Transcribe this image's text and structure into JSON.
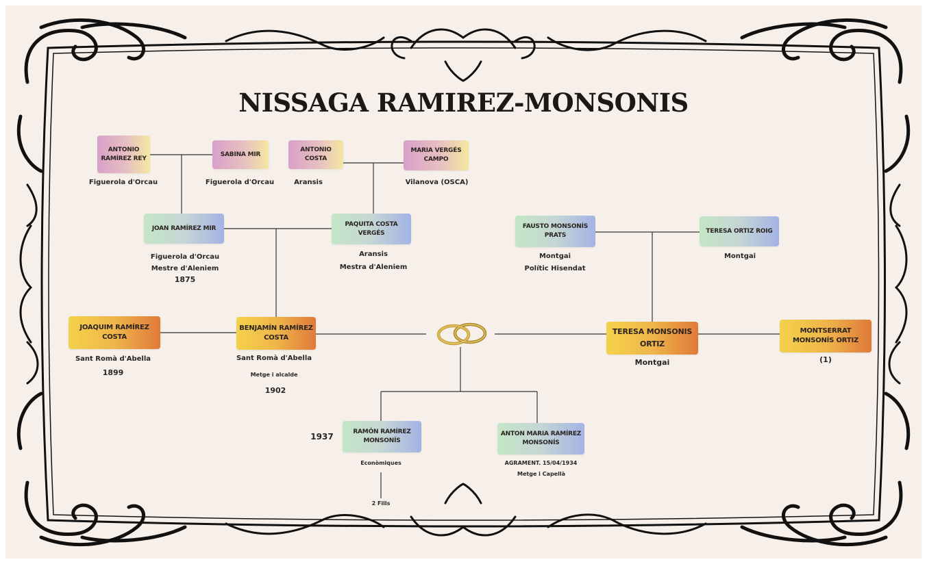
{
  "title": "NISSAGA RAMIREZ-MONSONIS",
  "colors": {
    "paper": "#f7f0ea",
    "frame": "#111111",
    "line": "#333333",
    "ring": "#c9a23a"
  },
  "people": {
    "antonio_ramirez": {
      "name": "ANTONIO RAMÍREZ REY",
      "place": "Figuerola d'Orcau"
    },
    "sabina_mir": {
      "name": "SABINA MIR",
      "place": "Figuerola d'Orcau"
    },
    "antonio_costa": {
      "name": "ANTONIO COSTA",
      "place": "Aransis"
    },
    "maria_verges": {
      "name": "MARIA VERGÉS CAMPO",
      "place": "Vilanova (OSCA)"
    },
    "joan_ramirez": {
      "name": "JOAN RAMÍREZ MIR",
      "place": "Figuerola d'Orcau",
      "role": "Mestre d'Aleniem",
      "year": "1875"
    },
    "paquita_costa": {
      "name": "PAQUITA COSTA VERGÉS",
      "place": "Aransis",
      "role": "Mestra d'Aleniem"
    },
    "fausto_monsonis": {
      "name": "FAUSTO MONSONÍS PRATS",
      "place": "Montgai",
      "role": "Polític Hisendat"
    },
    "teresa_ortiz": {
      "name": "TERESA ORTIZ ROIG",
      "place": "Montgai"
    },
    "joaquim_ramirez": {
      "name": "JOAQUIM RAMÍREZ COSTA",
      "place": "Sant Romà d'Abella",
      "year": "1899"
    },
    "benjamin_ramirez": {
      "name": "BENJAMÍN RAMÍREZ COSTA",
      "place": "Sant Romà d'Abella",
      "role": "Metge i alcalde",
      "year": "1902"
    },
    "teresa_monsonis": {
      "name": "TERESA MONSONIS ORTIZ",
      "place": "Montgai"
    },
    "montserrat_monsonis": {
      "name": "MONTSERRAT MONSONÍS ORTIZ",
      "note": "(1)"
    },
    "ramon_ramirez": {
      "name": "RAMÓN RAMÍREZ MONSONÍS",
      "year": "1937",
      "role": "Econòmiques",
      "children": "2 Fills"
    },
    "anton_maria": {
      "name": "ANTON MARIA RAMÍREZ MONSONÍS",
      "note": "AGRAMENT. 15/04/1934",
      "role": "Metge i Capellà"
    }
  },
  "icons": {
    "wedding": "wedding-rings-icon",
    "frame": "ornamental-frame"
  }
}
